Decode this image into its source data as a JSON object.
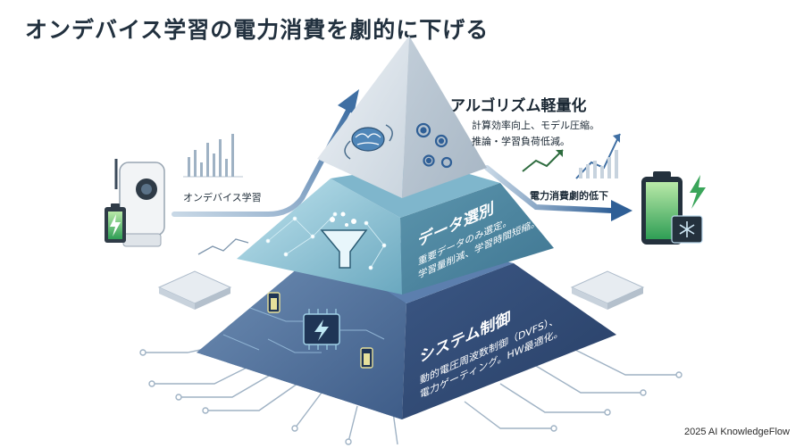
{
  "title": "オンデバイス学習の電力消費を劇的に下げる",
  "labels": {
    "on_device": "オンデバイス学習",
    "power_drop": "電力消費劇的低下"
  },
  "layers": {
    "algorithm": {
      "title": "アルゴリズム軽量化",
      "line1": "計算効率向上、モデル圧縮。",
      "line2": "推論・学習負荷低減。"
    },
    "data": {
      "title": "データ選別",
      "line1": "重要データのみ選定。",
      "line2": "学習量削減、学習時間短縮。"
    },
    "system": {
      "title": "システム制御",
      "line1": "動的電圧周波数制御（DVFS）、",
      "line2": "電力ゲーティング。HW最適化。"
    }
  },
  "footer": "2025 AI KnowledgeFlow",
  "colors": {
    "accent": "#3f6fa3",
    "top_layer": "#d9e2ea",
    "middle_layer": "#4f8fa8",
    "bottom_layer": "#34507a",
    "battery_green": "#3aa55a"
  },
  "icons": [
    "brain-icon",
    "gears-icon",
    "funnel-icon",
    "chip-icon",
    "battery-icon",
    "camera-icon",
    "lightning-icon",
    "snowflake-icon"
  ]
}
